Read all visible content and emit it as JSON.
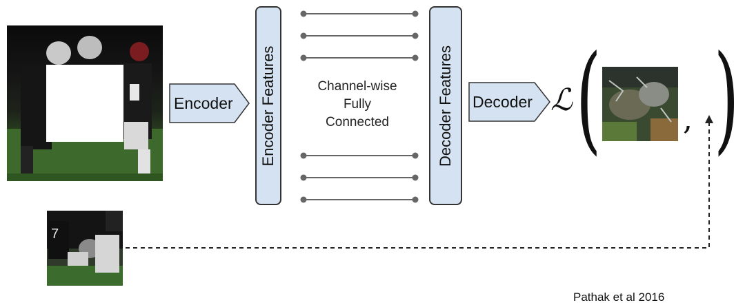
{
  "encoder_label": "Encoder",
  "encoder_features_label": "Encoder Features",
  "connector_text": [
    "Channel-wise",
    "Fully",
    "Connected"
  ],
  "decoder_features_label": "Decoder Features",
  "decoder_label": "Decoder",
  "loss_symbol": "ℒ",
  "paren_open": "(",
  "paren_close": ")",
  "comma": ",",
  "credit": "Pathak et al 2016",
  "colors": {
    "box_fill": "#d5e2f1",
    "stroke": "#333333",
    "line_gray": "#666666"
  }
}
